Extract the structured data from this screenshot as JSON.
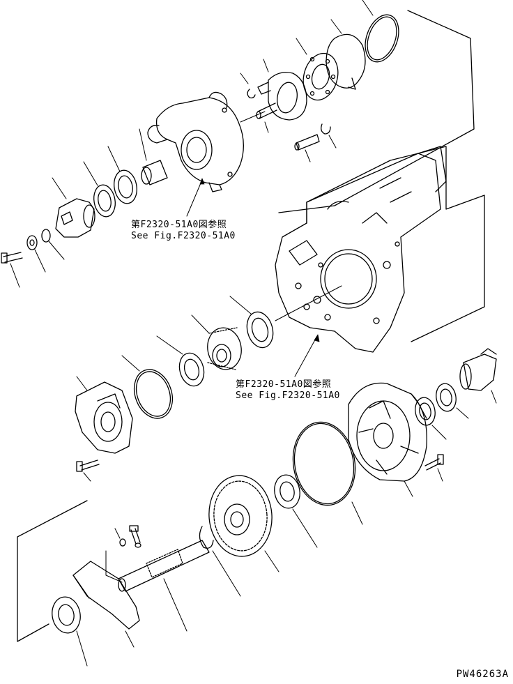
{
  "references": [
    {
      "jp": "第F2320-51A0図参照",
      "en": "See Fig.F2320-51A0"
    },
    {
      "jp": "第F2320-51A0図参照",
      "en": "See Fig.F2320-51A0"
    }
  ],
  "figure_id": "PW46263A",
  "colors": {
    "line": "#000000",
    "background": "#ffffff"
  }
}
